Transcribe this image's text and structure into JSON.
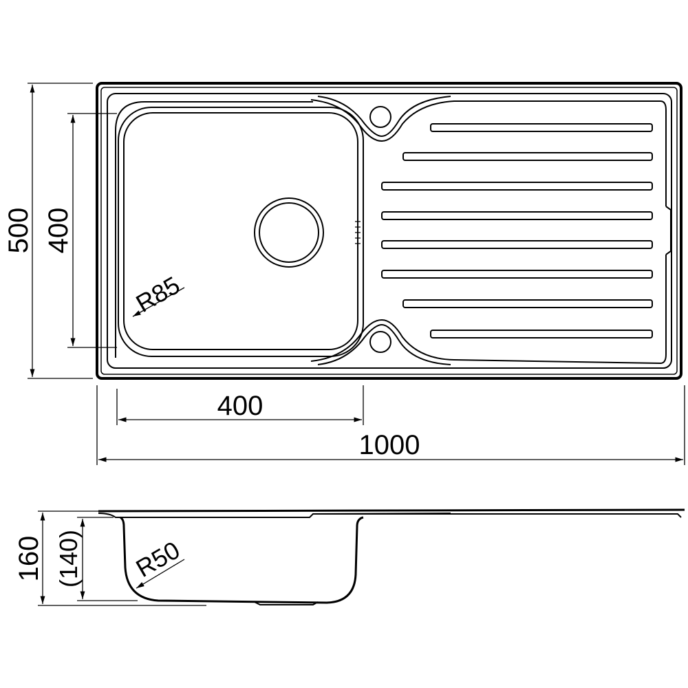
{
  "drawing": {
    "top_view": {
      "overall_height": "500",
      "bowl_height": "400",
      "bowl_width": "400",
      "overall_width": "1000",
      "bowl_corner_radius": "R85",
      "drainer_groove_count": 8
    },
    "side_view": {
      "overall_depth": "160",
      "bowl_depth": "(140)",
      "bottom_radius": "R50"
    }
  }
}
